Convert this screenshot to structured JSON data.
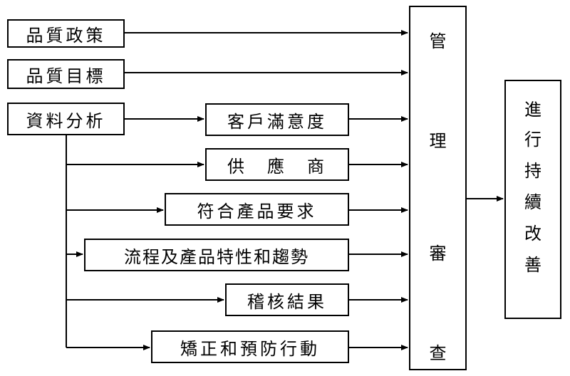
{
  "boxes": {
    "quality_policy": "品質政策",
    "quality_objectives": "品質目標",
    "data_analysis": "資料分析",
    "customer_satisfaction": "客戶滿意度",
    "supplier": "供　應　商",
    "conformity": "符合產品要求",
    "process_trends": "流程及產品特性和趨勢",
    "audit_results": "稽核結果",
    "corrective_actions": "矯正和預防行動"
  },
  "management_review": [
    "管",
    "理",
    "審",
    "查"
  ],
  "continual_improvement": [
    "進",
    "行",
    "持",
    "續",
    "改",
    "善"
  ]
}
